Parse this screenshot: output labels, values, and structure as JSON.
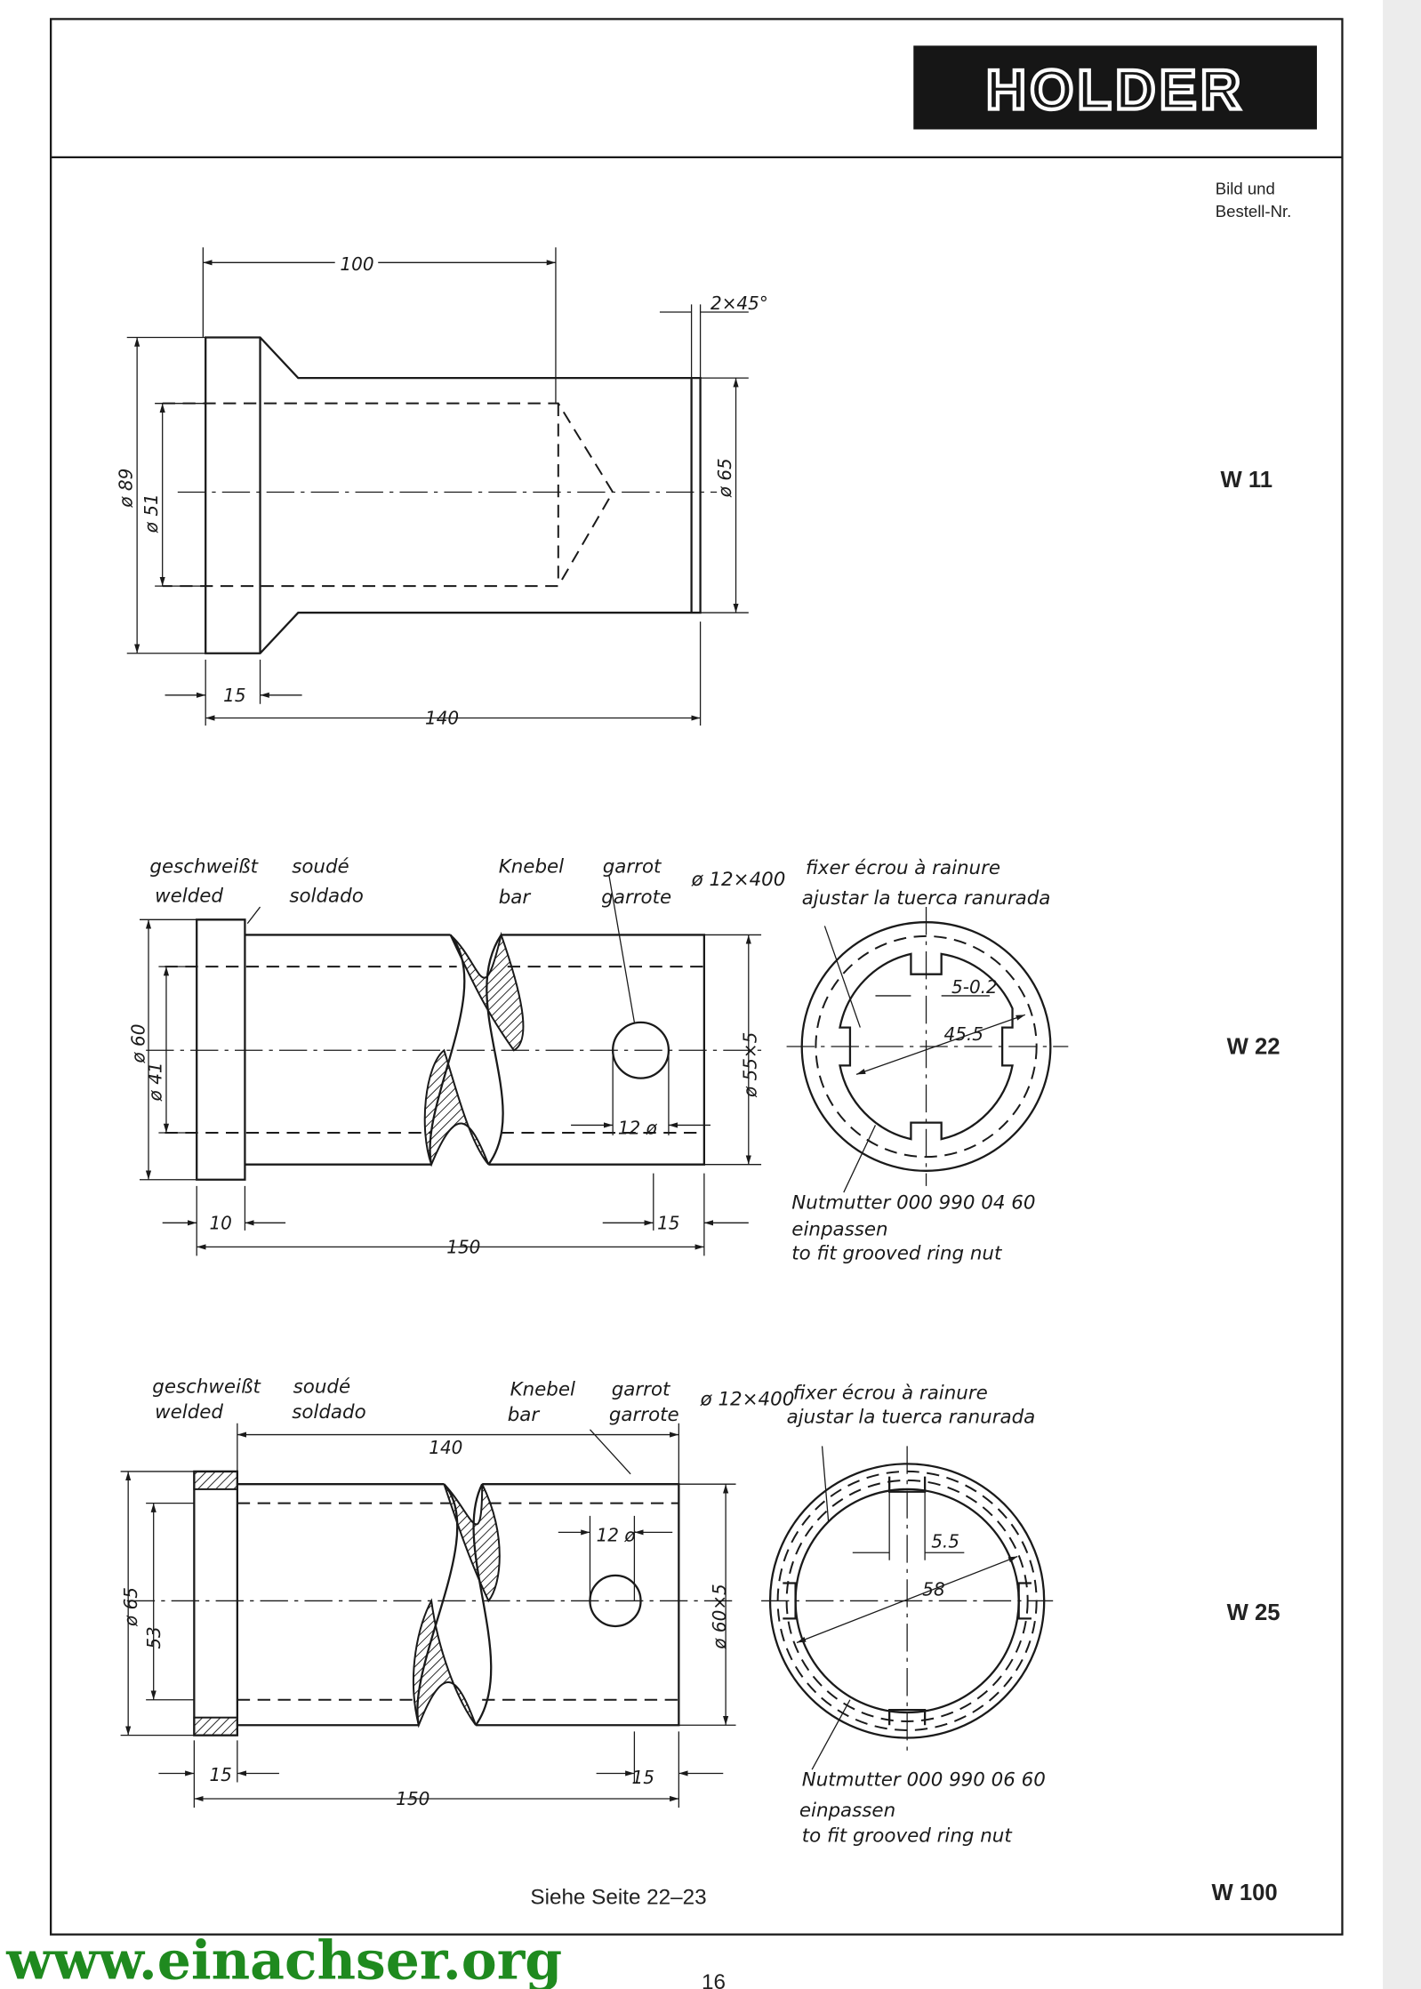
{
  "header": {
    "logo": "HOLDER",
    "column_label_line1": "Bild und",
    "column_label_line2": "Bestell-Nr."
  },
  "drawing_w11": {
    "code": "W 11",
    "dims": {
      "length_100": "100",
      "chamfer": "2×45°",
      "dia_89": "ø 89",
      "dia_51": "ø 51",
      "dia_65": "ø 65",
      "flange_15": "15",
      "total_140": "140"
    }
  },
  "drawing_w22": {
    "code": "W 22",
    "labels": {
      "welded_de": "geschweißt",
      "welded_en": "welded",
      "welded_fr": "soudé",
      "welded_es": "soldado",
      "bar_de": "Knebel",
      "bar_en": "bar",
      "bar_fr": "garrot",
      "bar_es": "garrote",
      "bar_size": "ø 12×400",
      "fix_fr": "fixer écrou à rainure",
      "fix_es": "ajustar la tuerca ranurada",
      "nut": "Nutmutter 000 990 04 60",
      "fit_de": "einpassen",
      "fit_en": "to fit grooved ring nut"
    },
    "dims": {
      "dia_60": "ø 60",
      "dia_41": "ø 41",
      "dia_55x5": "ø 55×5",
      "hole_12": "12 ø",
      "flange_10": "10",
      "end_15": "15",
      "total_150": "150",
      "slot": "5-0.2",
      "ring_dia": "45.5"
    }
  },
  "drawing_w25": {
    "code": "W 25",
    "labels": {
      "welded_de": "geschweißt",
      "welded_en": "welded",
      "welded_fr": "soudé",
      "welded_es": "soldado",
      "bar_de": "Knebel",
      "bar_en": "bar",
      "bar_fr": "garrot",
      "bar_es": "garrote",
      "bar_size": "ø 12×400",
      "fix_fr": "fixer écrou à rainure",
      "fix_es": "ajustar la tuerca ranurada",
      "nut": "Nutmutter 000 990 06 60",
      "fit_de": "einpassen",
      "fit_en": "to fit grooved ring nut"
    },
    "dims": {
      "dia_65": "ø 65",
      "dia_53": "53",
      "dia_60x5": "ø 60×5",
      "hole_12": "12 ø",
      "len_140": "140",
      "flange_15": "15",
      "end_15": "15",
      "total_150": "150",
      "slot": "5.5",
      "ring_dia": "58"
    }
  },
  "footer": {
    "see_pages": "Siehe Seite 22–23",
    "code": "W 100",
    "page_number": "16",
    "watermark": "www.einachser.org"
  }
}
